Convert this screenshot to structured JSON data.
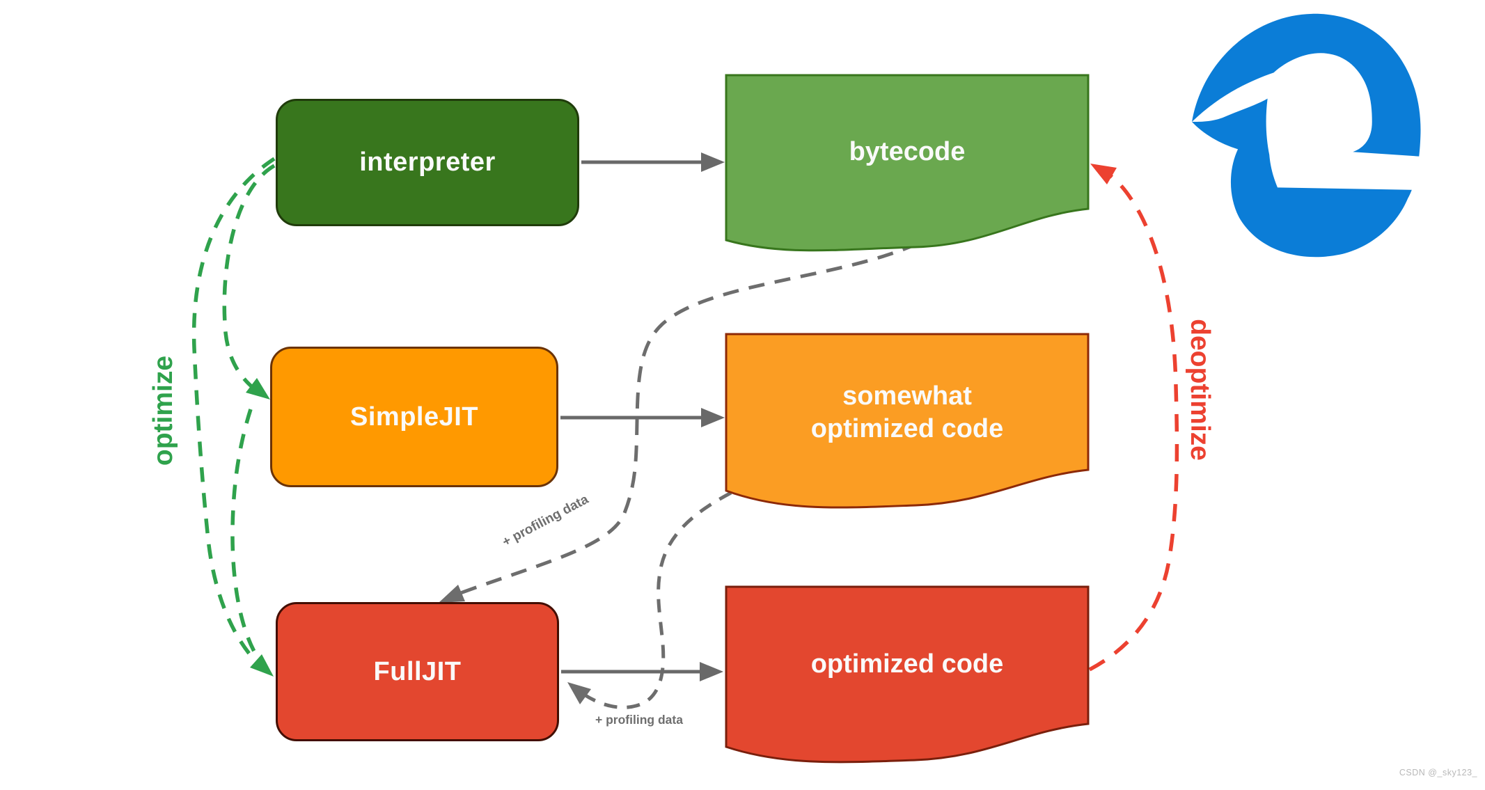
{
  "diagram": {
    "title_hint": "JavaScript engine JIT pipeline (Microsoft Edge / Chakra)",
    "nodes": {
      "interpreter": {
        "label": "interpreter",
        "fill": "#38761d",
        "border": "#203c0b",
        "shape": "rounded-rect"
      },
      "bytecode": {
        "label": "bytecode",
        "fill": "#6aa84f",
        "border": "#38761d",
        "shape": "document-wave"
      },
      "simplejit": {
        "label": "SimpleJIT",
        "fill": "#ff9900",
        "border": "#6b3307",
        "shape": "rounded-rect"
      },
      "somewhat_optimized_code": {
        "label": "somewhat optimized code",
        "fill": "#fb9d23",
        "border": "#8d2907",
        "shape": "document-wave"
      },
      "fulljit": {
        "label": "FullJIT",
        "fill": "#e3472f",
        "border": "#430e02",
        "shape": "rounded-rect"
      },
      "optimized_code": {
        "label": "optimized code",
        "fill": "#e3472f",
        "border": "#7a1f0c",
        "shape": "document-wave"
      }
    },
    "edges": {
      "interpreter_to_bytecode": {
        "style": "solid-gray-arrow"
      },
      "simplejit_to_somewhat": {
        "style": "solid-gray-arrow"
      },
      "fulljit_to_optimized": {
        "style": "solid-gray-arrow"
      },
      "bytecode_to_fulljit": {
        "style": "dashed-gray-arrow",
        "label": "+ profiling data"
      },
      "somewhat_to_fulljit": {
        "style": "dashed-gray-arrow",
        "label": "+ profiling data"
      },
      "interpreter_to_simplejit": {
        "style": "dashed-green-arrow",
        "label": "optimize"
      },
      "interpreter_to_fulljit": {
        "style": "dashed-green-arrow",
        "label": "optimize"
      },
      "optimized_to_bytecode": {
        "style": "dashed-red-arrow",
        "label": "deoptimize"
      }
    },
    "labels": {
      "optimize": "optimize",
      "deoptimize": "deoptimize",
      "profiling_data_1": "+ profiling data",
      "profiling_data_2": "+ profiling data"
    },
    "colors": {
      "optimize_green": "#2fa24c",
      "deoptimize_red": "#ec4130",
      "arrow_gray": "#696969",
      "dashed_gray": "#6d6d6d",
      "edge_logo_blue": "#0b7dd7",
      "text_on_nodes": "#fafafa"
    },
    "logo": {
      "name": "microsoft-edge-logo"
    }
  },
  "watermark": "CSDN @_sky123_"
}
